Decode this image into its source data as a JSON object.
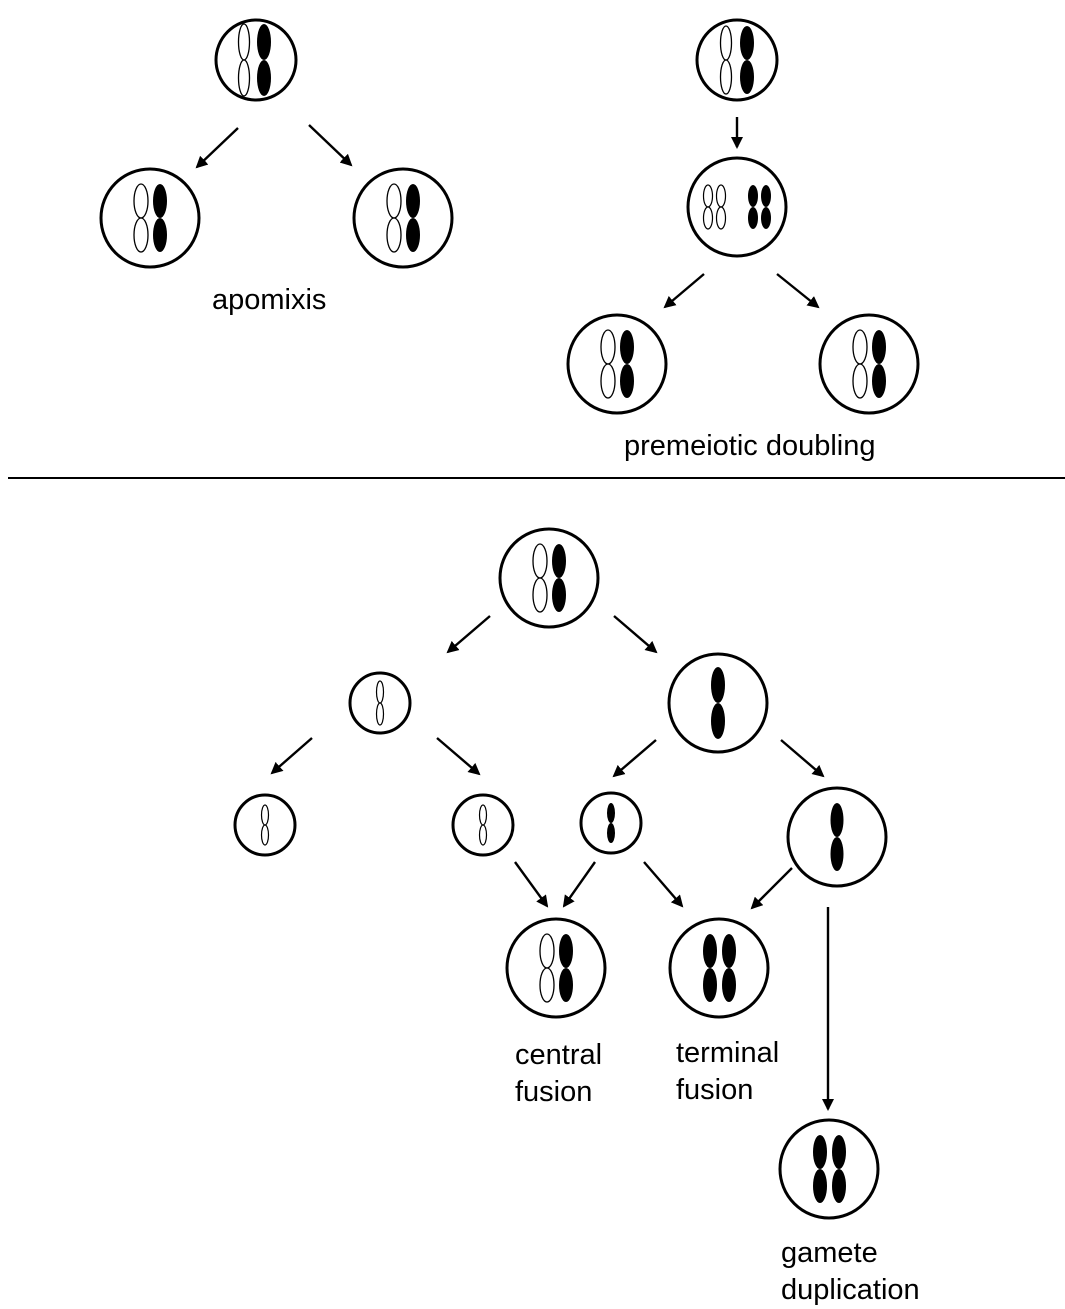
{
  "labels": {
    "apomixis": "apomixis",
    "premeiotic_doubling": "premeiotic doubling",
    "central_fusion_line1": "central",
    "central_fusion_line2": "fusion",
    "terminal_fusion_line1": "terminal",
    "terminal_fusion_line2": "fusion",
    "gamete_duplication_line1": "gamete",
    "gamete_duplication_line2": "duplication"
  },
  "colors": {
    "stroke": "#000000",
    "fill_dark": "#000000",
    "fill_light": "#ffffff"
  },
  "cells": [
    {
      "id": "apomixis-parent",
      "chromosomes": [
        "light-chromatid-pair",
        "dark-chromatid-pair"
      ]
    },
    {
      "id": "apomixis-daughter-left",
      "chromosomes": [
        "light-chromatid-pair",
        "dark-chromatid-pair"
      ]
    },
    {
      "id": "apomixis-daughter-right",
      "chromosomes": [
        "light-chromatid-pair",
        "dark-chromatid-pair"
      ]
    },
    {
      "id": "premeiotic-parent",
      "chromosomes": [
        "light-chromatid-pair",
        "dark-chromatid-pair"
      ]
    },
    {
      "id": "premeiotic-doubled",
      "chromosomes": [
        "light-chromatid-pair",
        "light-chromatid-pair",
        "dark-chromatid-pair",
        "dark-chromatid-pair"
      ]
    },
    {
      "id": "premeiotic-daughter-left",
      "chromosomes": [
        "light-chromatid-pair",
        "dark-chromatid-pair"
      ]
    },
    {
      "id": "premeiotic-daughter-right",
      "chromosomes": [
        "light-chromatid-pair",
        "dark-chromatid-pair"
      ]
    },
    {
      "id": "meiosis-parent",
      "chromosomes": [
        "light-chromatid-pair",
        "dark-chromatid-pair"
      ]
    },
    {
      "id": "meiosis1-light",
      "chromosomes": [
        "light-chromatid-pair"
      ]
    },
    {
      "id": "meiosis1-dark",
      "chromosomes": [
        "dark-chromatid-pair"
      ]
    },
    {
      "id": "meiosis2-light-1",
      "chromosomes": [
        "light-chromatid"
      ]
    },
    {
      "id": "meiosis2-light-2",
      "chromosomes": [
        "light-chromatid"
      ]
    },
    {
      "id": "meiosis2-dark-1",
      "chromosomes": [
        "dark-chromatid"
      ]
    },
    {
      "id": "meiosis2-dark-2",
      "chromosomes": [
        "dark-chromatid"
      ]
    },
    {
      "id": "central-fusion-product",
      "chromosomes": [
        "light-chromatid-pair",
        "dark-chromatid-pair"
      ]
    },
    {
      "id": "terminal-fusion-product",
      "chromosomes": [
        "dark-chromatid-pair",
        "dark-chromatid-pair"
      ]
    },
    {
      "id": "gamete-duplication-product",
      "chromosomes": [
        "dark-chromatid-pair",
        "dark-chromatid-pair"
      ]
    }
  ]
}
